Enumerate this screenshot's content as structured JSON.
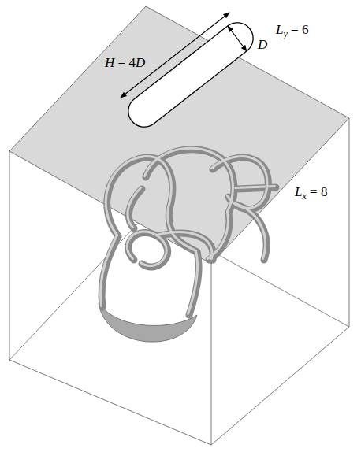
{
  "diagram": {
    "labels": [
      "H = 4D",
      "D",
      "Ly = 6",
      "Lx = 8"
    ]
  }
}
